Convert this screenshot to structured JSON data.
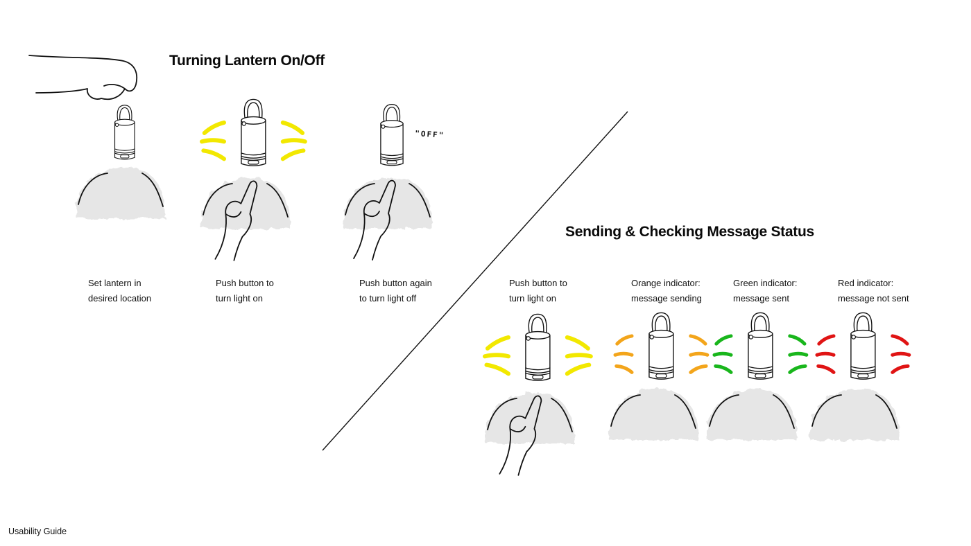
{
  "section1": {
    "title": "Turning Lantern On/Off",
    "steps": [
      {
        "line1": "Set lantern in",
        "line2": "desired location",
        "state": "carried",
        "glow": "none"
      },
      {
        "line1": "Push button to",
        "line2": "turn light on",
        "state": "press",
        "glow": "#f2e800"
      },
      {
        "line1": "Push button again",
        "line2": "to turn light off",
        "state": "press",
        "glow": "none",
        "sound": "\"OFF\""
      }
    ]
  },
  "section2": {
    "title": "Sending & Checking Message Status",
    "steps": [
      {
        "line1": "Push button to",
        "line2": "turn light on",
        "state": "press",
        "glow": "#f2e800"
      },
      {
        "line1": "Orange indicator:",
        "line2": "message sending",
        "state": "rest",
        "glow": "#f3a51b"
      },
      {
        "line1": "Green indicator:",
        "line2": "message sent",
        "state": "rest",
        "glow": "#19b61c"
      },
      {
        "line1": "Red indicator:",
        "line2": "message not sent",
        "state": "rest",
        "glow": "#e01414"
      }
    ]
  },
  "footer": "Usability Guide"
}
